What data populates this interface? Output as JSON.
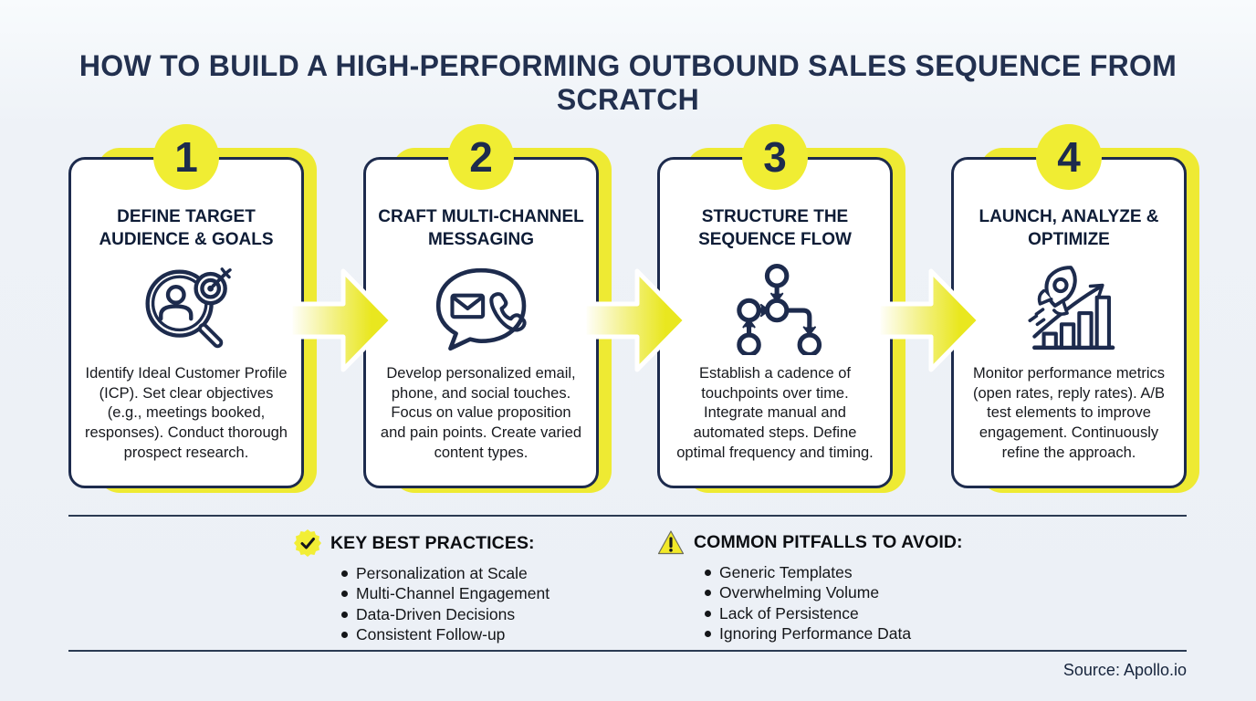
{
  "header": {
    "title": "HOW TO BUILD A HIGH-PERFORMING OUTBOUND SALES SEQUENCE FROM SCRATCH"
  },
  "steps": [
    {
      "number": "1",
      "title": "DEFINE TARGET AUDIENCE & GOALS",
      "icon": "magnifier-person-target-icon",
      "description": "Identify Ideal Customer Profile (ICP). Set clear objectives (e.g., meetings booked, responses). Conduct thorough prospect research."
    },
    {
      "number": "2",
      "title": "CRAFT MULTI-CHANNEL MESSAGING",
      "icon": "chat-bubble-email-phone-icon",
      "description": "Develop personalized email, phone, and social touches. Focus on value proposition and pain points. Create varied content types."
    },
    {
      "number": "3",
      "title": "STRUCTURE THE SEQUENCE FLOW",
      "icon": "flowchart-icon",
      "description": "Establish a cadence of touchpoints over time. Integrate manual and automated steps. Define optimal frequency and timing."
    },
    {
      "number": "4",
      "title": "LAUNCH, ANALYZE & OPTIMIZE",
      "icon": "rocket-growth-chart-icon",
      "description": "Monitor performance metrics (open rates, reply rates). A/B test elements to improve engagement. Continuously refine the approach."
    }
  ],
  "best_practices": {
    "icon": "check-badge-icon",
    "heading": "KEY BEST PRACTICES:",
    "items": [
      "Personalization at Scale",
      "Multi-Channel Engagement",
      "Data-Driven Decisions",
      "Consistent Follow-up"
    ]
  },
  "pitfalls": {
    "icon": "warning-triangle-icon",
    "heading": "COMMON PITFALLS TO AVOID:",
    "items": [
      "Generic Templates",
      "Overwhelming Volume",
      "Lack of Persistence",
      "Ignoring Performance Data"
    ]
  },
  "footer": {
    "source": "Source: Apollo.io"
  },
  "colors": {
    "accent_yellow": "#f0ed33",
    "navy": "#1d2b4d",
    "background": "#ecf0f6",
    "title_text": "#22304f"
  }
}
